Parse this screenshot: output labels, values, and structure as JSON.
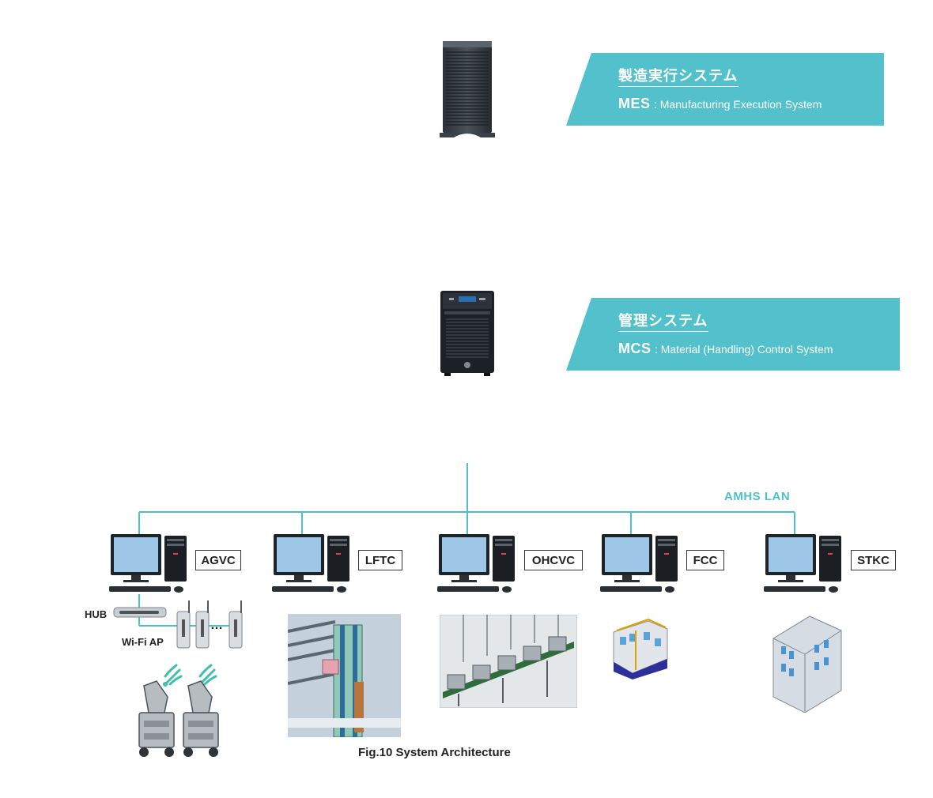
{
  "mes": {
    "jp": "製造実行システム",
    "acronym": "MES",
    "full": ": Manufacturing Execution System"
  },
  "mcs": {
    "jp": "管理システム",
    "acronym": "MCS",
    "full": ": Material (Handling) Control System"
  },
  "lan_label": "AMHS LAN",
  "nodes": [
    {
      "label": "AGVC"
    },
    {
      "label": "LFTC"
    },
    {
      "label": "OHCVC"
    },
    {
      "label": "FCC"
    },
    {
      "label": "STKC"
    }
  ],
  "hub_label": "HUB",
  "wifi_label": "Wi-Fi AP",
  "ellipsis": "…",
  "caption": "Fig.10 System Architecture",
  "colors": {
    "accent": "#52c1cb",
    "line": "#4ec0c9"
  }
}
